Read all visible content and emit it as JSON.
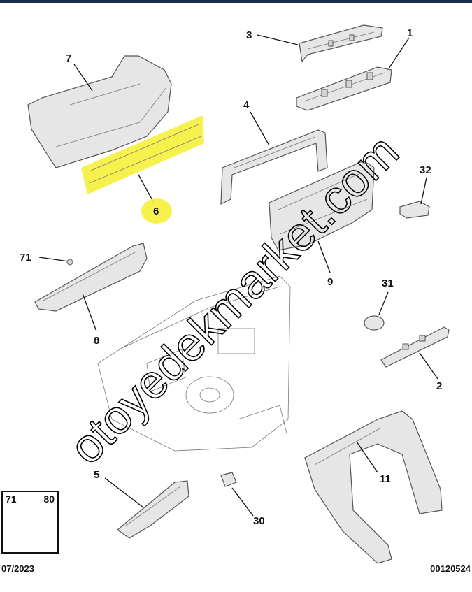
{
  "callouts": {
    "c1": "1",
    "c2": "2",
    "c3": "3",
    "c4": "4",
    "c5": "5",
    "c6": "6",
    "c7": "7",
    "c8": "8",
    "c9": "9",
    "c11": "11",
    "c30": "30",
    "c31": "31",
    "c32": "32",
    "c71": "71"
  },
  "fastener_box": {
    "code_a": "71",
    "code_b": "80"
  },
  "footer": {
    "date": "07/2023",
    "reference": "00120524"
  },
  "watermark": "otoyedekmarket.com",
  "colors": {
    "highlight": "#f6f03a",
    "top_bar": "#1b2b4a"
  }
}
